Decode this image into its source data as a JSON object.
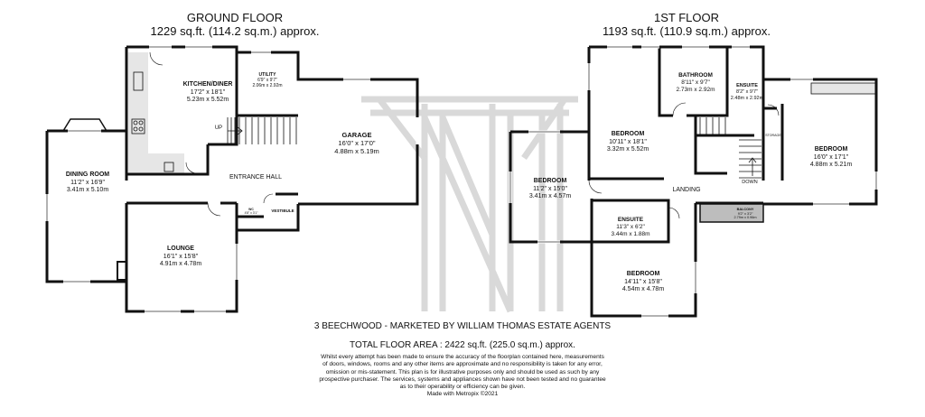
{
  "ground_floor": {
    "title": "GROUND FLOOR",
    "area": "1229 sq.ft. (114.2 sq.m.) approx.",
    "rooms": {
      "kitchen": {
        "name": "KITCHEN/DINER",
        "imperial": "17'2\" x 18'1\"",
        "metric": "5.23m  x 5.52m"
      },
      "utility": {
        "name": "UTILITY",
        "imperial": "6'9\" x 9'7\"",
        "metric": "2.06m x 2.92m"
      },
      "garage": {
        "name": "GARAGE",
        "imperial": "16'0\" x 17'0\"",
        "metric": "4.88m  x 5.19m"
      },
      "dining": {
        "name": "DINING ROOM",
        "imperial": "11'2\" x 16'9\"",
        "metric": "3.41m  x 5.10m"
      },
      "hall": {
        "name": "ENTRANCE HALL"
      },
      "wc": {
        "name": "WC",
        "imperial": "4'8\" x 3'1\"",
        "metric": "1.42m x 0.96m"
      },
      "vestibule": {
        "name": "VESTIBULE"
      },
      "lounge": {
        "name": "LOUNGE",
        "imperial": "16'1\" x 15'8\"",
        "metric": "4.91m  x 4.78m"
      }
    },
    "stairs_label": "UP"
  },
  "first_floor": {
    "title": "1ST FLOOR",
    "area": "1193 sq.ft. (110.9 sq.m.) approx.",
    "rooms": {
      "bathroom": {
        "name": "BATHROOM",
        "imperial": "8'11\" x 9'7\"",
        "metric": "2.73m  x 2.92m"
      },
      "ensuite1": {
        "name": "ENSUITE",
        "imperial": "8'2\" x 9'7\"",
        "metric": "2.48m x 2.92m"
      },
      "bedroom1": {
        "name": "BEDROOM",
        "imperial": "10'11\" x 18'1\"",
        "metric": "3.32m  x 5.52m"
      },
      "storage": {
        "name": "STORAGE"
      },
      "bedroom2": {
        "name": "BEDROOM",
        "imperial": "16'0\" x 17'1\"",
        "metric": "4.88m  x 5.21m"
      },
      "bedroom3": {
        "name": "BEDROOM",
        "imperial": "11'2\" x 15'0\"",
        "metric": "3.41m  x 4.57m"
      },
      "landing": {
        "name": "LANDING"
      },
      "balcony": {
        "name": "BALCONY",
        "imperial": "9'2\" x 3'2\"",
        "metric": "2.79m x 0.96m"
      },
      "ensuite2": {
        "name": "ENSUITE",
        "imperial": "11'3\" x 6'2\"",
        "metric": "3.44m  x 1.88m"
      },
      "bedroom4": {
        "name": "BEDROOM",
        "imperial": "14'11\" x 15'8\"",
        "metric": "4.54m  x 4.78m"
      }
    },
    "stairs_label": "DOWN"
  },
  "footer": {
    "property": "3 BEECHWOOD - MARKETED BY WILLIAM THOMAS ESTATE AGENTS",
    "total_area": "TOTAL FLOOR AREA : 2422 sq.ft. (225.0 sq.m.) approx.",
    "disclaimer_lines": [
      "Whilst every attempt has been made to ensure the accuracy of the floorplan contained here, measurements",
      "of doors, windows, rooms and any other items are approximate and no responsibility is taken for any error,",
      "omission or mis-statement. This plan is for illustrative purposes only and should be used as such by any",
      "prospective purchaser. The services, systems and appliances shown have not been tested and no guarantee",
      "as to their operability or efficiency can be given.",
      "Made with Metropix ©2021"
    ]
  },
  "colors": {
    "wall": "#111111",
    "watermark": "#d9d9d9",
    "counter": "#e6e6e6",
    "balcony": "#bdbdbd"
  }
}
